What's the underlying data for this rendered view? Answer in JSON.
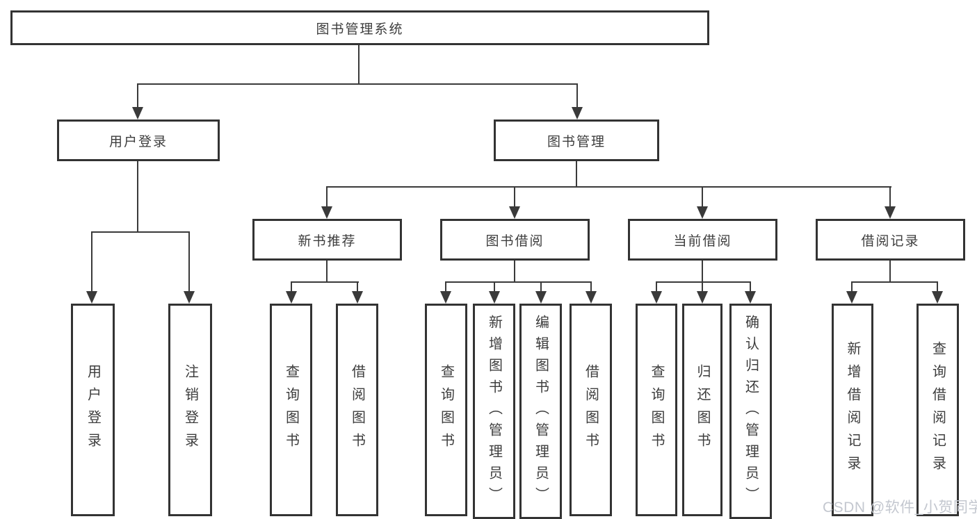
{
  "diagram": {
    "title": "图书管理系统",
    "root": {
      "label": "图书管理系统"
    },
    "level2": [
      {
        "label": "用户登录"
      },
      {
        "label": "图书管理"
      }
    ],
    "level3": [
      {
        "label": "新书推荐"
      },
      {
        "label": "图书借阅"
      },
      {
        "label": "当前借阅"
      },
      {
        "label": "借阅记录"
      }
    ],
    "leaves": {
      "user_login": [
        {
          "label": "用户登录"
        },
        {
          "label": "注销登录"
        }
      ],
      "new_book": [
        {
          "label": "查询图书"
        },
        {
          "label": "借阅图书"
        }
      ],
      "borrow": [
        {
          "label": "查询图书"
        },
        {
          "label": "新增图书（管理员）"
        },
        {
          "label": "编辑图书（管理员）"
        },
        {
          "label": "借阅图书"
        }
      ],
      "current": [
        {
          "label": "查询图书"
        },
        {
          "label": "归还图书"
        },
        {
          "label": "确认归还（管理员）"
        }
      ],
      "records": [
        {
          "label": "新增借阅记录"
        },
        {
          "label": "查询借阅记录"
        }
      ]
    }
  },
  "watermark": {
    "text": "CSDN @软件_小贺同学"
  },
  "colors": {
    "line": "#3a3a3a",
    "box_border": "#333333",
    "text": "#3d3d3d",
    "watermark": "#c3c7cf",
    "background": "#ffffff"
  }
}
